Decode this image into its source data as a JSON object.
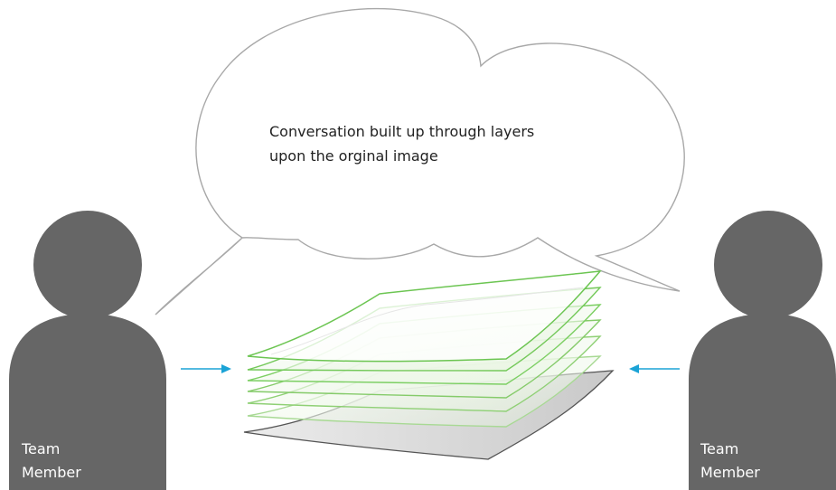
{
  "speech_bubble": {
    "text_line_1": "Conversation built up through layers",
    "text_line_2": "upon the orginal image"
  },
  "left_person": {
    "label_line_1": "Team",
    "label_line_2": "Member"
  },
  "right_person": {
    "label_line_1": "Team",
    "label_line_2": "Member"
  },
  "colors": {
    "person": "#666666",
    "arrow": "#1ba3d6",
    "layer_stroke": "#7ccf63",
    "base_fill": "#d8d8d8",
    "bubble_stroke": "#a8a8a8"
  },
  "layer_count": 6
}
